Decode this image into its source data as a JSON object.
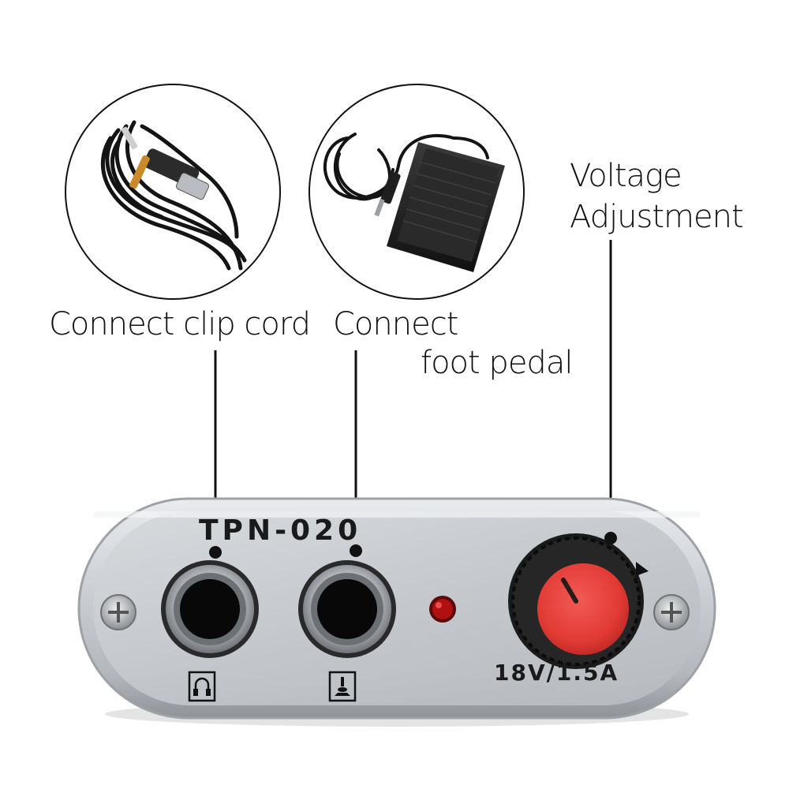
{
  "callouts": {
    "clip_cord": "Connect clip cord",
    "foot_pedal_line1": "Connect",
    "foot_pedal_line2": "foot pedal",
    "voltage_line1": "Voltage",
    "voltage_line2": "Adjustment"
  },
  "device": {
    "model": "TPN-020",
    "rating": "18V/1.5A",
    "led_color": "#b01010",
    "knob_color": "#e23a35"
  },
  "icons": [
    "clip-cord-photo",
    "foot-pedal-photo",
    "headphone-jack-icon",
    "foot-pedal-icon",
    "screw-icon"
  ]
}
